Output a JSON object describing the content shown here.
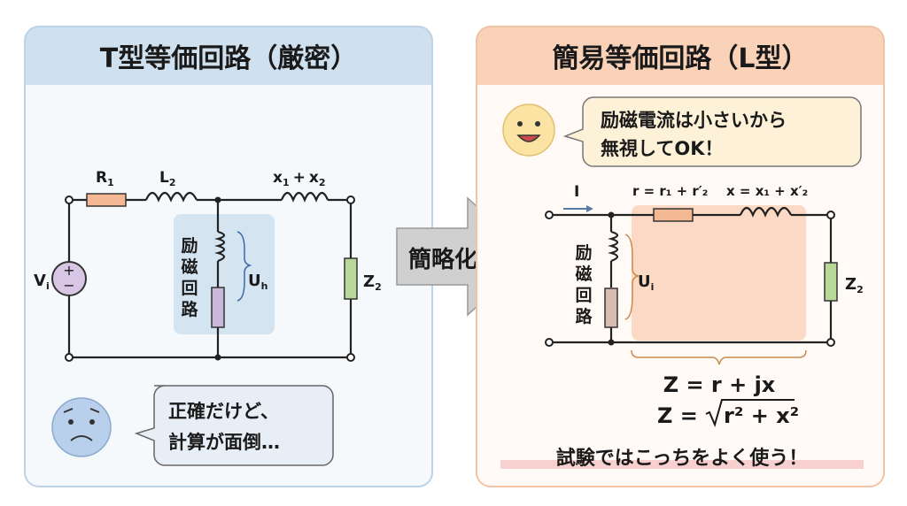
{
  "left_panel": {
    "title": "T型等価回路（厳密）",
    "header_color": "#cfe0ef",
    "labels": {
      "r1": "R",
      "r1_sub": "1",
      "l2": "L",
      "l2_sub": "2",
      "x_main": "x",
      "x1_sub": "1",
      "plus": "+",
      "x2_main": "x",
      "x2_sub": "2",
      "vi": "V",
      "vi_sub": "i",
      "uh": "U",
      "uh_sub": "h",
      "z2": "Z",
      "z2_sub": "2"
    },
    "shunt_label": [
      "励",
      "磁",
      "回",
      "路"
    ],
    "bubble": [
      "正確だけど、",
      "計算が面倒…"
    ],
    "face": "sad-face-icon"
  },
  "arrow": {
    "label": "簡略化"
  },
  "right_panel": {
    "title": "簡易等価回路（L型）",
    "header_color": "#f9d2b8",
    "bubble": [
      "励磁電流は小さいから",
      "無視してOK！"
    ],
    "face": "happy-face-icon",
    "labels": {
      "current": "I",
      "r_eq": "r = r₁ + r′₂",
      "x_eq": "x = x₁ + x′₂",
      "ui": "U",
      "ui_sub": "i",
      "z2": "Z",
      "z2_sub": "2"
    },
    "shunt_label": [
      "励",
      "磁",
      "回",
      "路"
    ],
    "formula1": "Z = r + jx",
    "formula2_left": "Z =",
    "formula2_rad": "r² + x²",
    "footer": "試験ではこっちをよく使う！"
  }
}
